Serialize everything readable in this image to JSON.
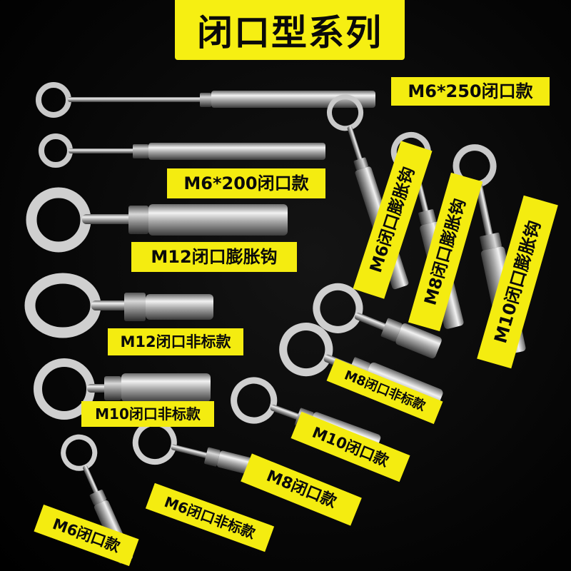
{
  "title": "闭口型系列",
  "labels": {
    "m6_250": "M6*250闭口款",
    "m6_200": "M6*200闭口款",
    "m12_expansion": "M12闭口膨胀钩",
    "m12_nonstandard": "M12闭口非标款",
    "m10_nonstandard": "M10闭口非标款",
    "m6_expansion": "M6闭口膨胀钩",
    "m8_expansion": "M8闭口膨胀钩",
    "m10_expansion": "M10闭口膨胀钩",
    "m8_nonstandard": "M8闭口非标款",
    "m10_closed": "M10闭口款",
    "m8_closed": "M8闭口款",
    "m6_nonstandard": "M6闭口非标款",
    "m6_closed": "M6闭口款"
  },
  "colors": {
    "label_bg": "#f4ec10",
    "label_text": "#0a0a0a",
    "background": "#000000"
  }
}
